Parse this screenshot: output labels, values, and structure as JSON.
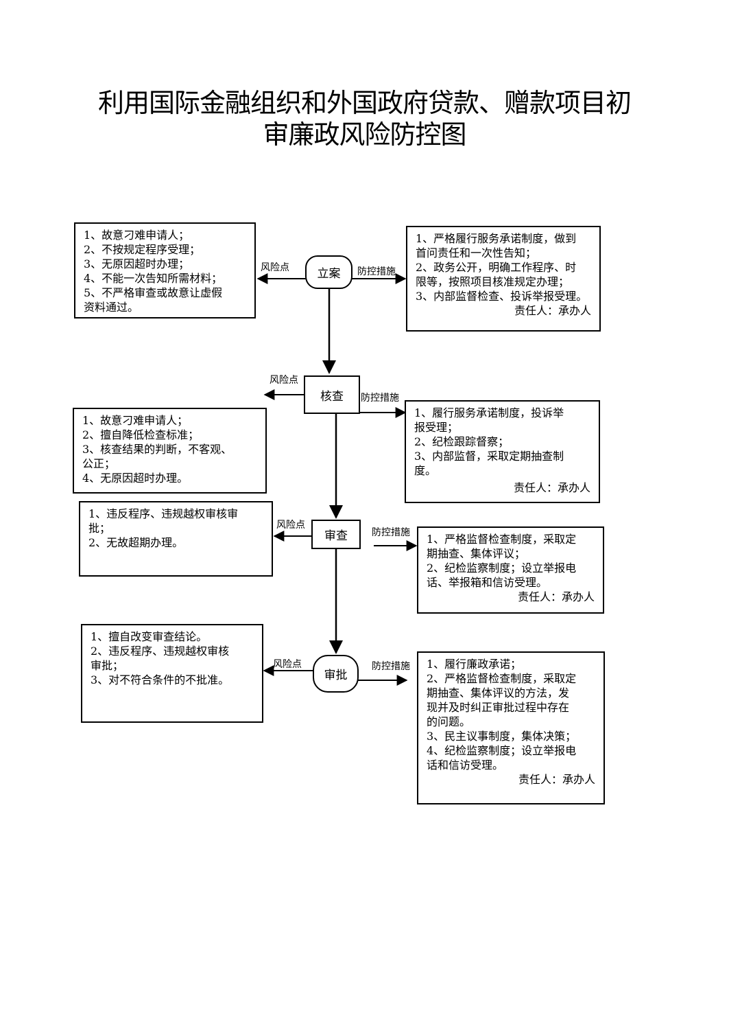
{
  "title": {
    "line1": "利用国际金融组织和外国政府贷款、赠款项目初",
    "line2": "审廉政风险防控图"
  },
  "labels": {
    "risk": "风险点",
    "control": "防控措施"
  },
  "steps": [
    {
      "name": "立案",
      "risks": [
        "1、故意刁难申请人；",
        "2、不按规定程序受理；",
        "3、无原因超时办理；",
        "4、不能一次告知所需材料；",
        "5、不严格审查或故意让虚假",
        "资料通过。"
      ],
      "measures": [
        "1、严格履行服务承诺制度，做到",
        "首问责任和一次性告知；",
        "2、政务公开，明确工作程序、时",
        "限等，按照项目核准规定办理；",
        "3、内部监督检查、投诉举报受理。"
      ],
      "owner": "责任人：承办人"
    },
    {
      "name": "核查",
      "risks": [
        "1、故意刁难申请人；",
        "2、擅自降低检查标准；",
        "3、核查结果的判断，不客观、",
        "公正；",
        "4、无原因超时办理。"
      ],
      "measures": [
        "1、履行服务承诺制度，投诉举",
        "报受理；",
        "2、纪检跟踪督察；",
        "3、内部监督，采取定期抽查制",
        "度。"
      ],
      "owner": "责任人：承办人"
    },
    {
      "name": "审查",
      "risks": [
        "1、违反程序、违规越权审核审",
        "批；",
        "2、无故超期办理。"
      ],
      "measures": [
        "1、严格监督检查制度，采取定",
        "期抽查、集体评议；",
        "2、纪检监察制度；设立举报电",
        "话、举报箱和信访受理。"
      ],
      "owner": "责任人：承办人"
    },
    {
      "name": "审批",
      "risks": [
        "1、擅自改变审查结论。",
        "2、违反程序、违规越权审核",
        "审批；",
        "3、对不符合条件的不批准。"
      ],
      "measures": [
        "1、履行廉政承诺；",
        "2、严格监督检查制度，采取定",
        "期抽查、集体评议的方法，发",
        "现并及时纠正审批过程中存在",
        "的问题。",
        "3、民主议事制度，集体决策；",
        "4、纪检监察制度；设立举报电",
        "话和信访受理。"
      ],
      "owner": "责任人：承办人"
    }
  ]
}
